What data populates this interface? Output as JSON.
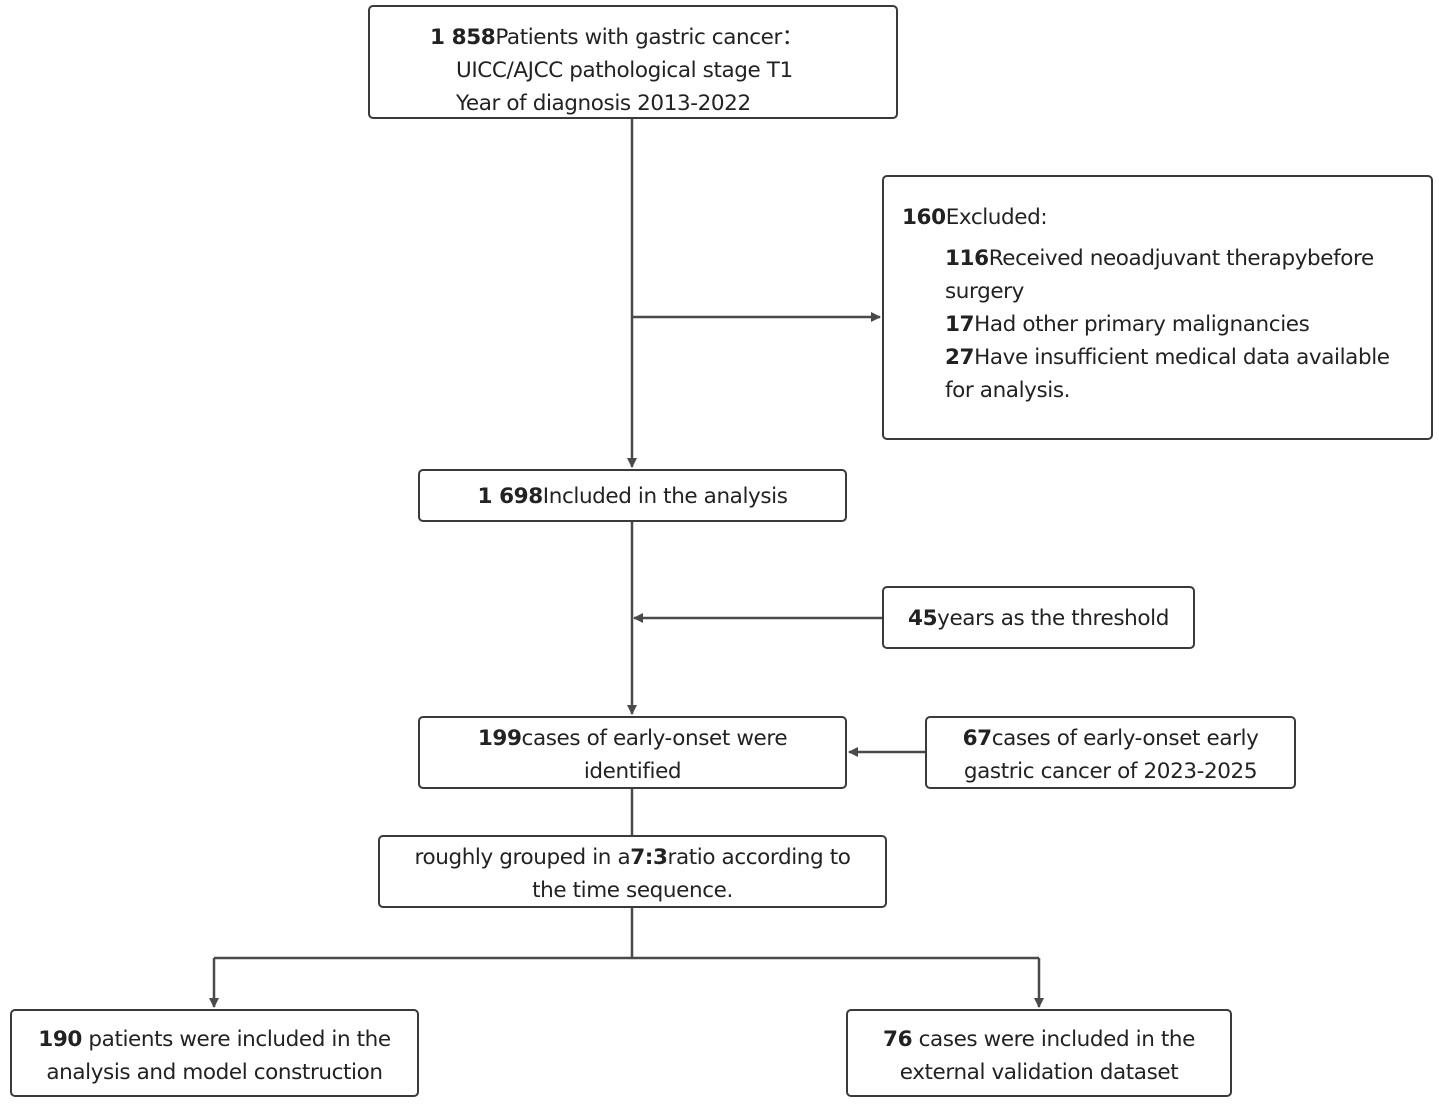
{
  "flowchart": {
    "start": {
      "count": "1 858",
      "label": "Patients with gastric cancer：",
      "criteria": [
        "UICC/AJCC pathological stage T1",
        "Year of diagnosis 2013-2022"
      ]
    },
    "excluded": {
      "count": "160",
      "label": "Excluded:",
      "reasons": [
        {
          "count": "116",
          "line1": "Received neoadjuvant therapybefore",
          "line2": "surgery"
        },
        {
          "count": "17",
          "line1": "Had other primary malignancies",
          "line2": ""
        },
        {
          "count": "27",
          "line1": "Have insufficient medical data available",
          "line2": "for analysis."
        }
      ]
    },
    "included": {
      "count": "1 698",
      "label": "Included in the analysis"
    },
    "threshold": {
      "count": "45",
      "label": "years as the threshold"
    },
    "early_onset": {
      "count": "199",
      "line1": "cases of early-onset were",
      "line2": "identified"
    },
    "external_cases": {
      "count": "67",
      "line1": "cases of early-onset early",
      "line2": "gastric cancer of 2023-2025"
    },
    "grouping": {
      "prefix": "roughly grouped in a",
      "ratio": "7:3",
      "suffix": "ratio according to",
      "line2": "the time sequence."
    },
    "training": {
      "count": "190",
      "line1": " patients were included in the",
      "line2": "analysis and model construction"
    },
    "validation": {
      "count": "76",
      "line1": " cases were included in the",
      "line2": "external validation dataset"
    },
    "colors": {
      "border": "#3a3a3a",
      "connector": "#4a4a4a",
      "text": "#222222",
      "background": "#ffffff"
    }
  }
}
